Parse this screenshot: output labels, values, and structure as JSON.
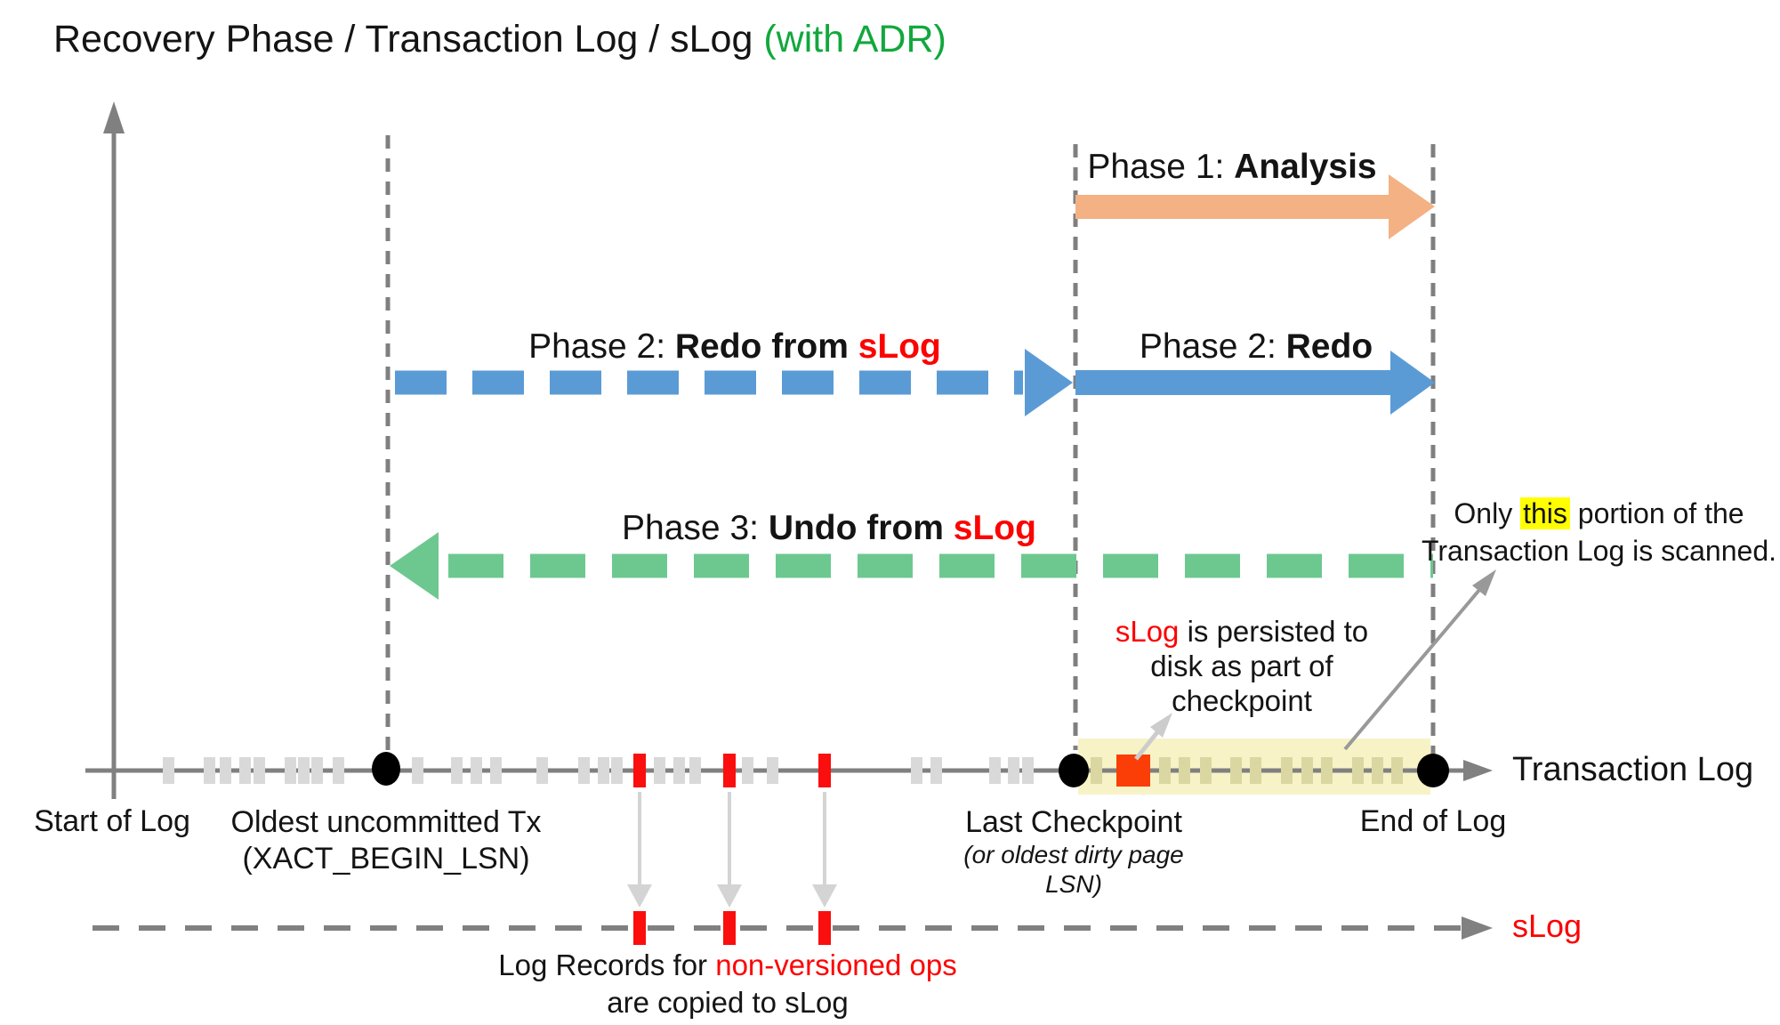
{
  "title": {
    "main": "Recovery Phase / Transaction Log / sLog ",
    "suffix": "(with ADR)"
  },
  "palette": {
    "analysis_orange": "#F4B183",
    "redo_blue": "#5B9BD5",
    "undo_green": "#6DC890",
    "accent_red": "#FC0303",
    "highlight_yellow": "#FFFF00",
    "scanned_band_yellow": "#F7F3C6",
    "log_record_gray": "#D9D9D9",
    "axis_gray": "#808080"
  },
  "phases": {
    "p1": {
      "prefix": "Phase 1: ",
      "bold": "Analysis"
    },
    "p2_slog": {
      "prefix": "Phase 2: ",
      "bold": "Redo from ",
      "accent": "sLog"
    },
    "p2": {
      "prefix": "Phase 2: ",
      "bold": "Redo"
    },
    "p3": {
      "prefix": "Phase 3: ",
      "bold": "Undo from ",
      "accent": "sLog"
    }
  },
  "annotations": {
    "persist": {
      "accent": "sLog",
      "line1_rest": " is persisted to",
      "line2": "disk as part of",
      "line3": "checkpoint"
    },
    "scan": {
      "pre": "Only ",
      "highlight": "this",
      "post": " portion of the",
      "line2": "Transaction Log is scanned."
    },
    "copy": {
      "pre": "Log Records for ",
      "accent": "non-versioned ops",
      "line2": "are copied to sLog"
    }
  },
  "timeline": {
    "axis_label": "Transaction Log",
    "start_label": "Start of Log",
    "oldest_line1": "Oldest uncommitted Tx",
    "oldest_line2": "(XACT_BEGIN_LSN)",
    "checkpoint_line1": "Last Checkpoint",
    "checkpoint_line2": "(or oldest dirty page",
    "checkpoint_line3": "LSN)",
    "end_label": "End of Log"
  },
  "slog_axis": {
    "label": "sLog"
  }
}
